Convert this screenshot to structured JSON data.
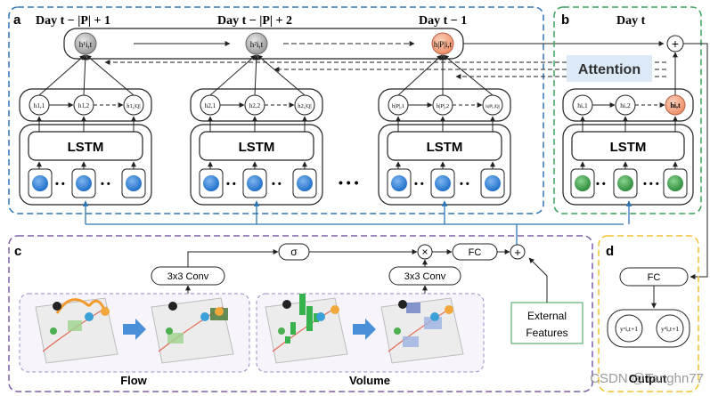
{
  "panels": {
    "a": {
      "letter": "a",
      "days": [
        "Day t − |P| + 1",
        "Day t − |P| + 2",
        "Day t − 1"
      ],
      "day_top_nodes": [
        "h¹i,t",
        "h²i,t",
        "h|P|i,t"
      ],
      "lstm_label": "LSTM",
      "groups": [
        {
          "nodes": [
            "h1,1",
            "h1,2",
            "h1,|Q|"
          ]
        },
        {
          "nodes": [
            "h2,1",
            "h2,2",
            "h2,|Q|"
          ]
        },
        {
          "nodes": [
            "h|P|,1",
            "h|P|,2",
            "h|P|,|Q|"
          ]
        }
      ],
      "ellipsis_between": "• • •",
      "ellipsis_inputs": "• •"
    },
    "b": {
      "letter": "b",
      "day": "Day t",
      "attention": "Attention",
      "lstm_label": "LSTM",
      "nodes": [
        "hi,1",
        "hi,2",
        "hi,t"
      ],
      "plus": "+"
    },
    "c": {
      "letter": "c",
      "sigma": "σ",
      "conv_left": "3x3 Conv",
      "conv_right": "3x3 Conv",
      "fc": "FC",
      "times": "×",
      "plus": "+",
      "external": [
        "External",
        "Features"
      ],
      "flow_label": "Flow",
      "volume_label": "Volume"
    },
    "d": {
      "letter": "d",
      "fc": "FC",
      "outputs": [
        "yᵒi,t+1",
        "yᵈi,t+1"
      ],
      "label": "Output"
    },
    "watermark": "CSDN @Tanghn77"
  },
  "colors": {
    "panel_a": "#2e75b6",
    "panel_b": "#3aa35a",
    "panel_c": "#7b5ea7",
    "panel_d": "#f2c232",
    "input_blue": "#2f80d6",
    "input_green": "#3fa34d",
    "top_gray": "#a6a6a6",
    "top_orange": "#f4a582",
    "attention_bg": "#dce9f6"
  }
}
